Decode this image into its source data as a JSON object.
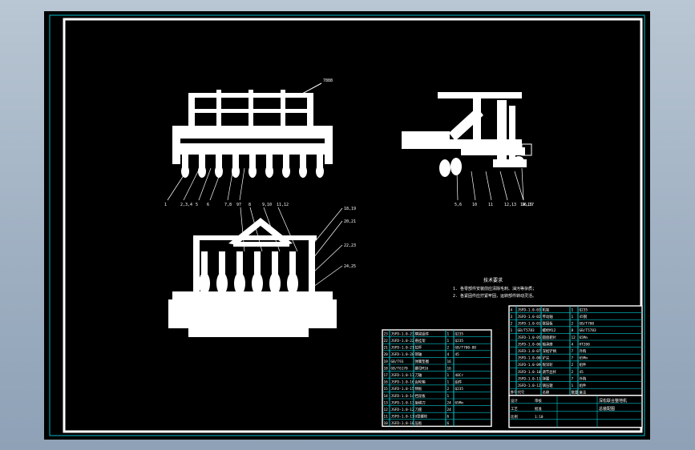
{
  "drawing": {
    "front_view_callouts": [
      "1",
      "2,3,4",
      "5",
      "6",
      "7,8",
      "9"
    ],
    "front_view_top_label": "7888",
    "side_view_callouts": [
      "5,6",
      "10",
      "11",
      "12,13",
      "14,15"
    ],
    "side_view_right_label": "16,17",
    "plan_view_top_callouts": [
      "7",
      "8",
      "9,10",
      "11,12"
    ],
    "plan_view_right_callouts": [
      "18,19",
      "20,21",
      "22,23",
      "24,25"
    ],
    "notes_title": "技术要求",
    "notes": [
      "1. 各零部件安装前应清除毛刺、油污等杂质；",
      "2. 各紧固件应拧紧牢固，运转部件转动灵活。"
    ]
  },
  "bom_right": {
    "rows": [
      [
        "4",
        "JSFD-1.0-03",
        "机架",
        "1",
        "Q235"
      ],
      [
        "3",
        "JSFD-1.0-02",
        "传动轴",
        "1",
        "45钢"
      ],
      [
        "2",
        "JSFD-1.0-01",
        "联接板",
        "2",
        "GB/T700"
      ],
      [
        "1",
        "GB/T5783",
        "螺栓M12",
        "8",
        "GB/T5783"
      ],
      [
        "",
        "JSFD-1.0-05",
        "圆盘耙片",
        "12",
        "65Mn"
      ],
      [
        "",
        "JSFD-1.0-06",
        "轴承座",
        "4",
        "HT200"
      ],
      [
        "",
        "JSFD-1.0-07",
        "深松铲柄",
        "7",
        "外购"
      ],
      [
        "",
        "JSFD-1.0-08",
        "铲尖",
        "7",
        "65Mn"
      ],
      [
        "",
        "JSFD-1.0-09",
        "限深轮",
        "2",
        "组件"
      ],
      [
        "",
        "JSFD-1.0-10",
        "调节丝杆",
        "2",
        "45"
      ],
      [
        "",
        "JSFD-1.0-11",
        "弹簧",
        "7",
        "外购"
      ],
      [
        "",
        "JSFD-1.0-12",
        "镇压辊",
        "1",
        "组件"
      ],
      [
        "序号",
        "代号",
        "名称",
        "数量",
        "备注"
      ]
    ],
    "title_text": "深松联合整地机",
    "title_sub": "总装配图",
    "small_cells": [
      "设计",
      "审核",
      "工艺",
      "批准",
      "比例",
      "1:10"
    ]
  },
  "bom_left": {
    "rows": [
      [
        "23",
        "JSFD-1.0-23",
        "横梁组件",
        "1",
        "Q235"
      ],
      [
        "22",
        "JSFD-1.0-22",
        "悬挂架",
        "1",
        "Q235"
      ],
      [
        "21",
        "JSFD-1.0-21",
        "拉杆",
        "2",
        "GB/T700-88"
      ],
      [
        "20",
        "JSFD-1.0-20",
        "销轴",
        "4",
        "45"
      ],
      [
        "19",
        "GB/T93",
        "弹簧垫圈",
        "16",
        ""
      ],
      [
        "18",
        "GB/T6170",
        "螺母M16",
        "16",
        ""
      ],
      [
        "17",
        "JSFD-1.0-17",
        "刀轴",
        "1",
        "40Cr"
      ],
      [
        "16",
        "JSFD-1.0-16",
        "齿轮箱",
        "1",
        "组件"
      ],
      [
        "15",
        "JSFD-1.0-15",
        "侧板",
        "2",
        "Q235"
      ],
      [
        "14",
        "JSFD-1.0-14",
        "挡泥板",
        "1",
        ""
      ],
      [
        "13",
        "JSFD-1.0-13",
        "旋耕刀",
        "24",
        "65Mn"
      ],
      [
        "12",
        "JSFD-1.0-12",
        "刀座",
        "24",
        ""
      ],
      [
        "11",
        "JSFD-1.0-11",
        "U型螺栓",
        "6",
        ""
      ],
      [
        "10",
        "JSFD-1.0-10",
        "压板",
        "6",
        ""
      ]
    ]
  },
  "colors": {
    "background": "#000000",
    "line": "#ffffff",
    "table_grid": "#00c8d0",
    "frame_cyan": "#00b8c8"
  }
}
